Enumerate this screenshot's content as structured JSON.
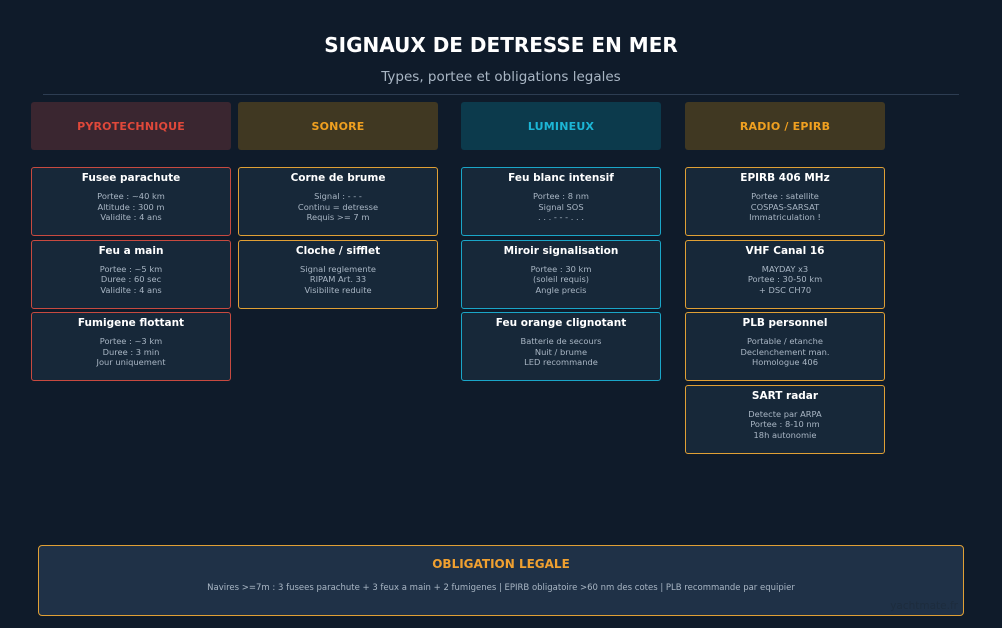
{
  "header": {
    "title": "SIGNAUX DE DETRESSE EN MER",
    "subtitle": "Types, portee et obligations legales"
  },
  "columns": [
    {
      "label": "PYROTECHNIQUE",
      "text_color": "#e0483a",
      "bg_color": "#3a2630",
      "border_color": "#c84a40",
      "cards": [
        {
          "title": "Fusee parachute",
          "lines": [
            "Portee : ~40 km",
            "Altitude : 300 m",
            "Validite : 4 ans"
          ]
        },
        {
          "title": "Feu a main",
          "lines": [
            "Portee : ~5 km",
            "Duree : 60 sec",
            "Validite : 4 ans"
          ]
        },
        {
          "title": "Fumigene flottant",
          "lines": [
            "Portee : ~3 km",
            "Duree : 3 min",
            "Jour uniquement"
          ]
        }
      ]
    },
    {
      "label": "SONORE",
      "text_color": "#f0a020",
      "bg_color": "#403822",
      "border_color": "#e0a035",
      "cards": [
        {
          "title": "Corne de brume",
          "lines": [
            "Signal : - - -",
            "Continu = detresse",
            "Requis >= 7 m"
          ]
        },
        {
          "title": "Cloche / sifflet",
          "lines": [
            "Signal reglemente",
            "RIPAM Art. 33",
            "Visibilite reduite"
          ]
        }
      ]
    },
    {
      "label": "LUMINEUX",
      "text_color": "#1cb6d6",
      "bg_color": "#0c3a4c",
      "border_color": "#1aa6c8",
      "cards": [
        {
          "title": "Feu blanc intensif",
          "lines": [
            "Portee : 8 nm",
            "Signal SOS",
            ". . . - - - . . ."
          ]
        },
        {
          "title": "Miroir signalisation",
          "lines": [
            "Portee : 30 km",
            "(soleil requis)",
            "Angle precis"
          ]
        },
        {
          "title": "Feu orange clignotant",
          "lines": [
            "Batterie de secours",
            "Nuit / brume",
            "LED recommande"
          ]
        }
      ]
    },
    {
      "label": "RADIO / EPIRB",
      "text_color": "#f0a020",
      "bg_color": "#403822",
      "border_color": "#e0a035",
      "cards": [
        {
          "title": "EPIRB 406 MHz",
          "lines": [
            "Portee : satellite",
            "COSPAS-SARSAT",
            "Immatriculation !"
          ]
        },
        {
          "title": "VHF Canal 16",
          "lines": [
            "MAYDAY x3",
            "Portee : 30-50 km",
            "+ DSC CH70"
          ]
        },
        {
          "title": "PLB personnel",
          "lines": [
            "Portable / etanche",
            "Declenchement man.",
            "Homologue 406"
          ]
        },
        {
          "title": "SART radar",
          "lines": [
            "Detecte par ARPA",
            "Portee : 8-10 nm",
            "18h autonomie"
          ]
        }
      ]
    }
  ],
  "legal": {
    "title": "OBLIGATION LEGALE",
    "text": "Navires >=7m : 3 fusees parachute + 3 feux a main + 2 fumigenes  |  EPIRB obligatoire >60 nm des cotes  |  PLB recommande par equipier"
  },
  "watermark": "yachtmate.fr"
}
